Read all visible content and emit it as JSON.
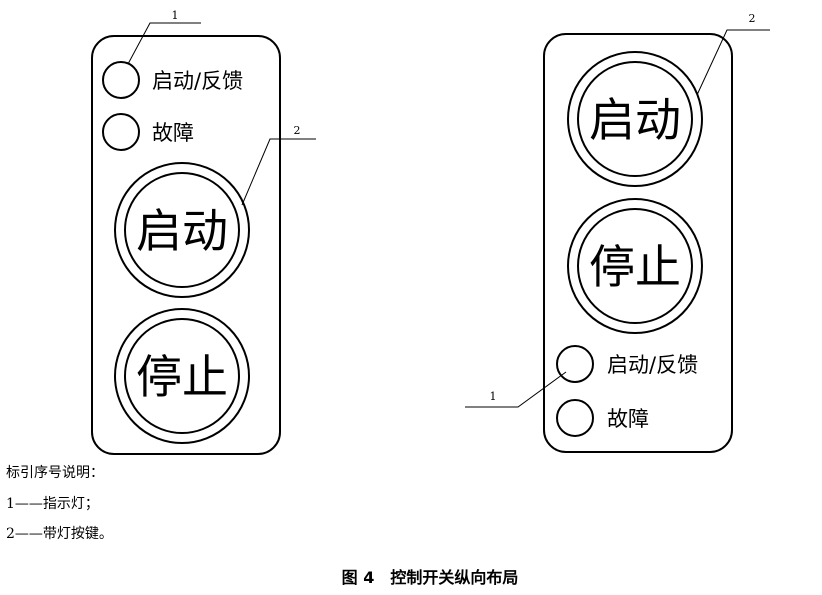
{
  "figure": {
    "caption": "图 4　控制开关纵向布局"
  },
  "panel_left": {
    "indicator_top_label": "启动/反馈",
    "indicator_bottom_label": "故障",
    "button_top_label": "启动",
    "button_bottom_label": "停止",
    "callout_indicator_number": "1",
    "callout_button_number": "2"
  },
  "panel_right": {
    "button_top_label": "启动",
    "button_bottom_label": "停止",
    "indicator_top_label": "启动/反馈",
    "indicator_bottom_label": "故障",
    "callout_button_number": "2",
    "callout_indicator_number": "1"
  },
  "legend": {
    "title": "标引序号说明：",
    "item1": "1——指示灯；",
    "item2": "2——带灯按键。"
  }
}
